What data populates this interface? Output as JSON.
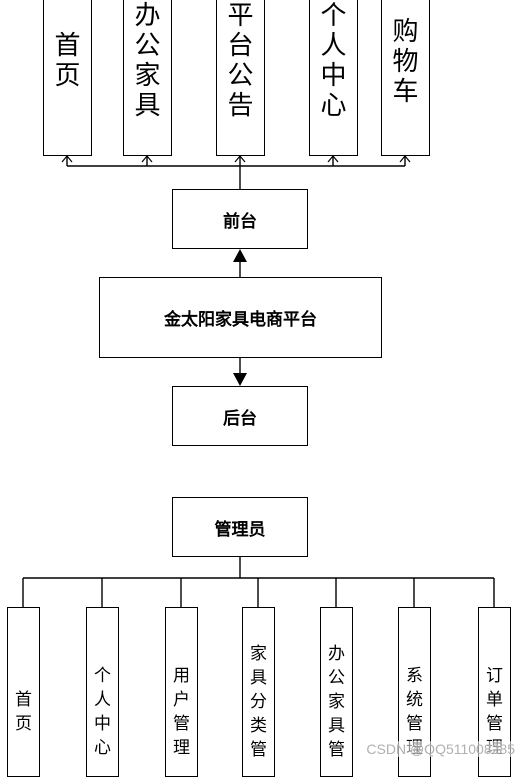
{
  "center": {
    "platform": "金太阳家具电商平台"
  },
  "frontend": {
    "label": "前台",
    "modules": [
      "首页",
      "办公家具",
      "平台公告",
      "个人中心",
      "购物车"
    ]
  },
  "backend": {
    "label": "后台",
    "role": "管理员",
    "modules": [
      "首页",
      "个人中心",
      "用户管理",
      "家具分类管",
      "办公家具管",
      "系统管理",
      "订单管理"
    ]
  },
  "watermark": "CSDN @QQ511008285"
}
